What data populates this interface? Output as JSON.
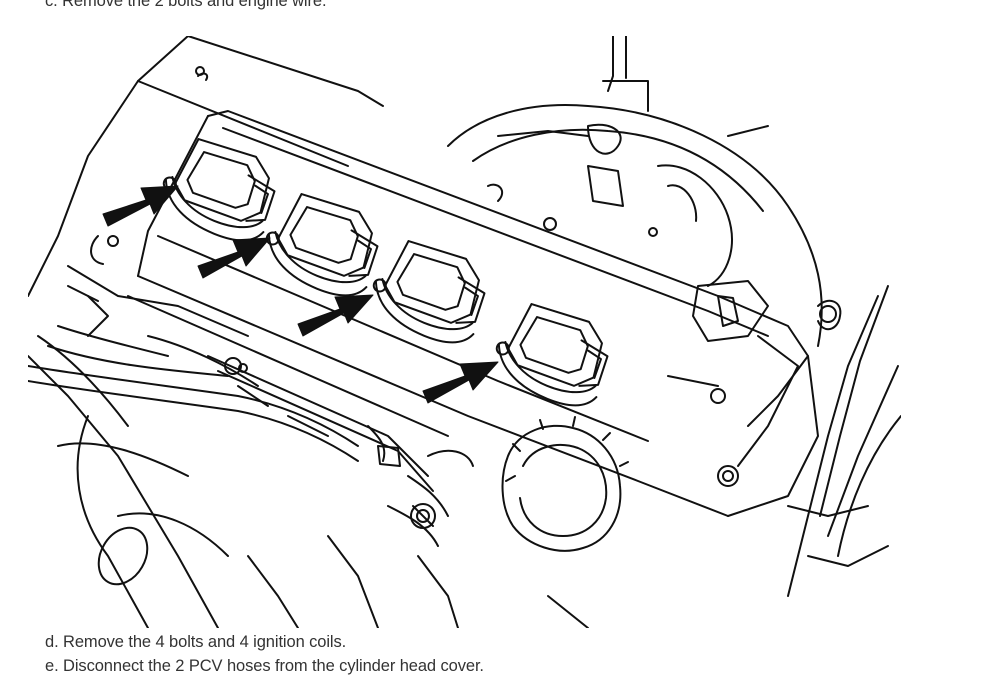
{
  "instructions": {
    "step_c": "c. Remove the 2 bolts and engine wire.",
    "step_d": "d. Remove the 4 bolts and 4 ignition coils.",
    "step_e": "e. Disconnect the 2 PCV hoses from the cylinder head cover."
  },
  "figure": {
    "subject": "engine-cylinder-head-cover-with-ignition-coils",
    "arrow_count": 4,
    "coil_count": 4,
    "line_color": "#111111",
    "background_color": "#ffffff"
  }
}
